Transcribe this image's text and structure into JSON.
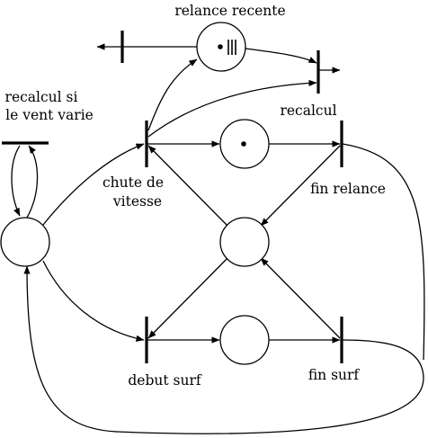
{
  "diagram": {
    "labels": {
      "relance_recente": "relance recente",
      "recalcul_vent_line1": "recalcul si",
      "recalcul_vent_line2": "le vent varie",
      "recalcul": "recalcul",
      "chute_line1": "chute de",
      "chute_line2": "vitesse",
      "fin_relance": "fin relance",
      "debut_surf": "debut surf",
      "fin_surf": "fin surf"
    },
    "places": [
      {
        "id": "relance-recente",
        "tokens": 1,
        "bars": 3
      },
      {
        "id": "left",
        "tokens": 0
      },
      {
        "id": "relance",
        "tokens": 1
      },
      {
        "id": "center",
        "tokens": 0
      },
      {
        "id": "surf",
        "tokens": 0
      }
    ],
    "transitions": [
      "recalcul-vent",
      "chute-de-vitesse",
      "fin-relance",
      "debut-surf",
      "fin-surf",
      "recalcul",
      "relance-left"
    ],
    "colors": {
      "stroke": "#000000",
      "background": "#ffffff"
    }
  }
}
